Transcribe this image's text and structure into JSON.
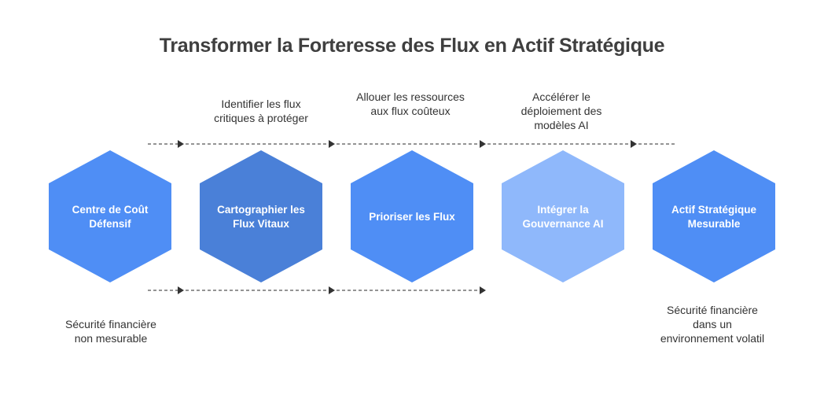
{
  "title": "Transformer la Forteresse des Flux en Actif Stratégique",
  "steps": [
    {
      "lines": [
        "Centre de Coût",
        "Défensif"
      ],
      "color": "#4f8ef5"
    },
    {
      "lines": [
        "Cartographier les",
        "Flux Vitaux"
      ],
      "color": "#4a80d8"
    },
    {
      "lines": [
        "Prioriser les Flux"
      ],
      "color": "#4f8ef5"
    },
    {
      "lines": [
        "Intégrer la",
        "Gouvernance AI"
      ],
      "color": "#8fb8fb"
    },
    {
      "lines": [
        "Actif Stratégique",
        "Mesurable"
      ],
      "color": "#4f8ef5"
    }
  ],
  "top_labels": [
    "Identifier les flux critiques à protéger",
    "Allouer les ressources aux flux coûteux",
    "Accélérer le déploiement des modèles AI"
  ],
  "bottom_left_label": "Sécurité financière non mesurable",
  "bottom_right_label": "Sécurité financière dans un environnement volatil",
  "connector_color": "#555555"
}
